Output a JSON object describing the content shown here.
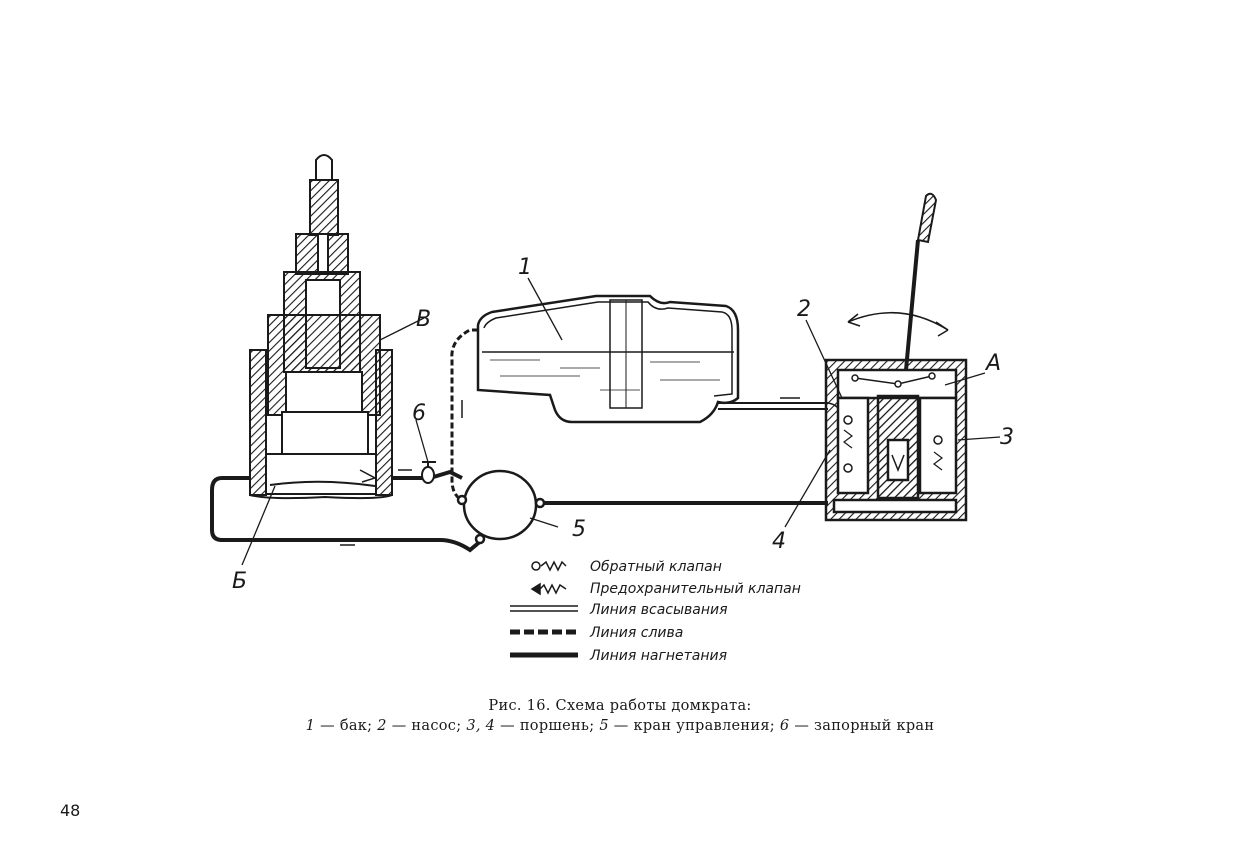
{
  "labels": {
    "n1": "1",
    "n2": "2",
    "n3": "3",
    "n4": "4",
    "n5": "5",
    "n6": "6",
    "A": "А",
    "B": "Б",
    "V": "В"
  },
  "legend": [
    {
      "symbol": "check-valve-symbol",
      "text": "Обратный клапан"
    },
    {
      "symbol": "safety-valve-symbol",
      "text": "Предохранительный клапан"
    },
    {
      "symbol": "suction-line-symbol",
      "text": "Линия всасывания"
    },
    {
      "symbol": "drain-line-symbol",
      "text": "Линия слива"
    },
    {
      "symbol": "pressure-line-symbol",
      "text": "Линия нагнетания"
    }
  ],
  "caption": {
    "title": "Рис. 16. Схема работы домкрата:",
    "items": [
      {
        "num": "1",
        "text": "— бак; "
      },
      {
        "num": "2",
        "text": "— насос; "
      },
      {
        "num": "3, 4",
        "text": "— поршень; "
      },
      {
        "num": "5",
        "text": "— кран управления; "
      },
      {
        "num": "6",
        "text": "— запорный кран"
      }
    ]
  },
  "page_number": "48",
  "colors": {
    "ink": "#1a1a1a",
    "paper": "#ffffff"
  }
}
